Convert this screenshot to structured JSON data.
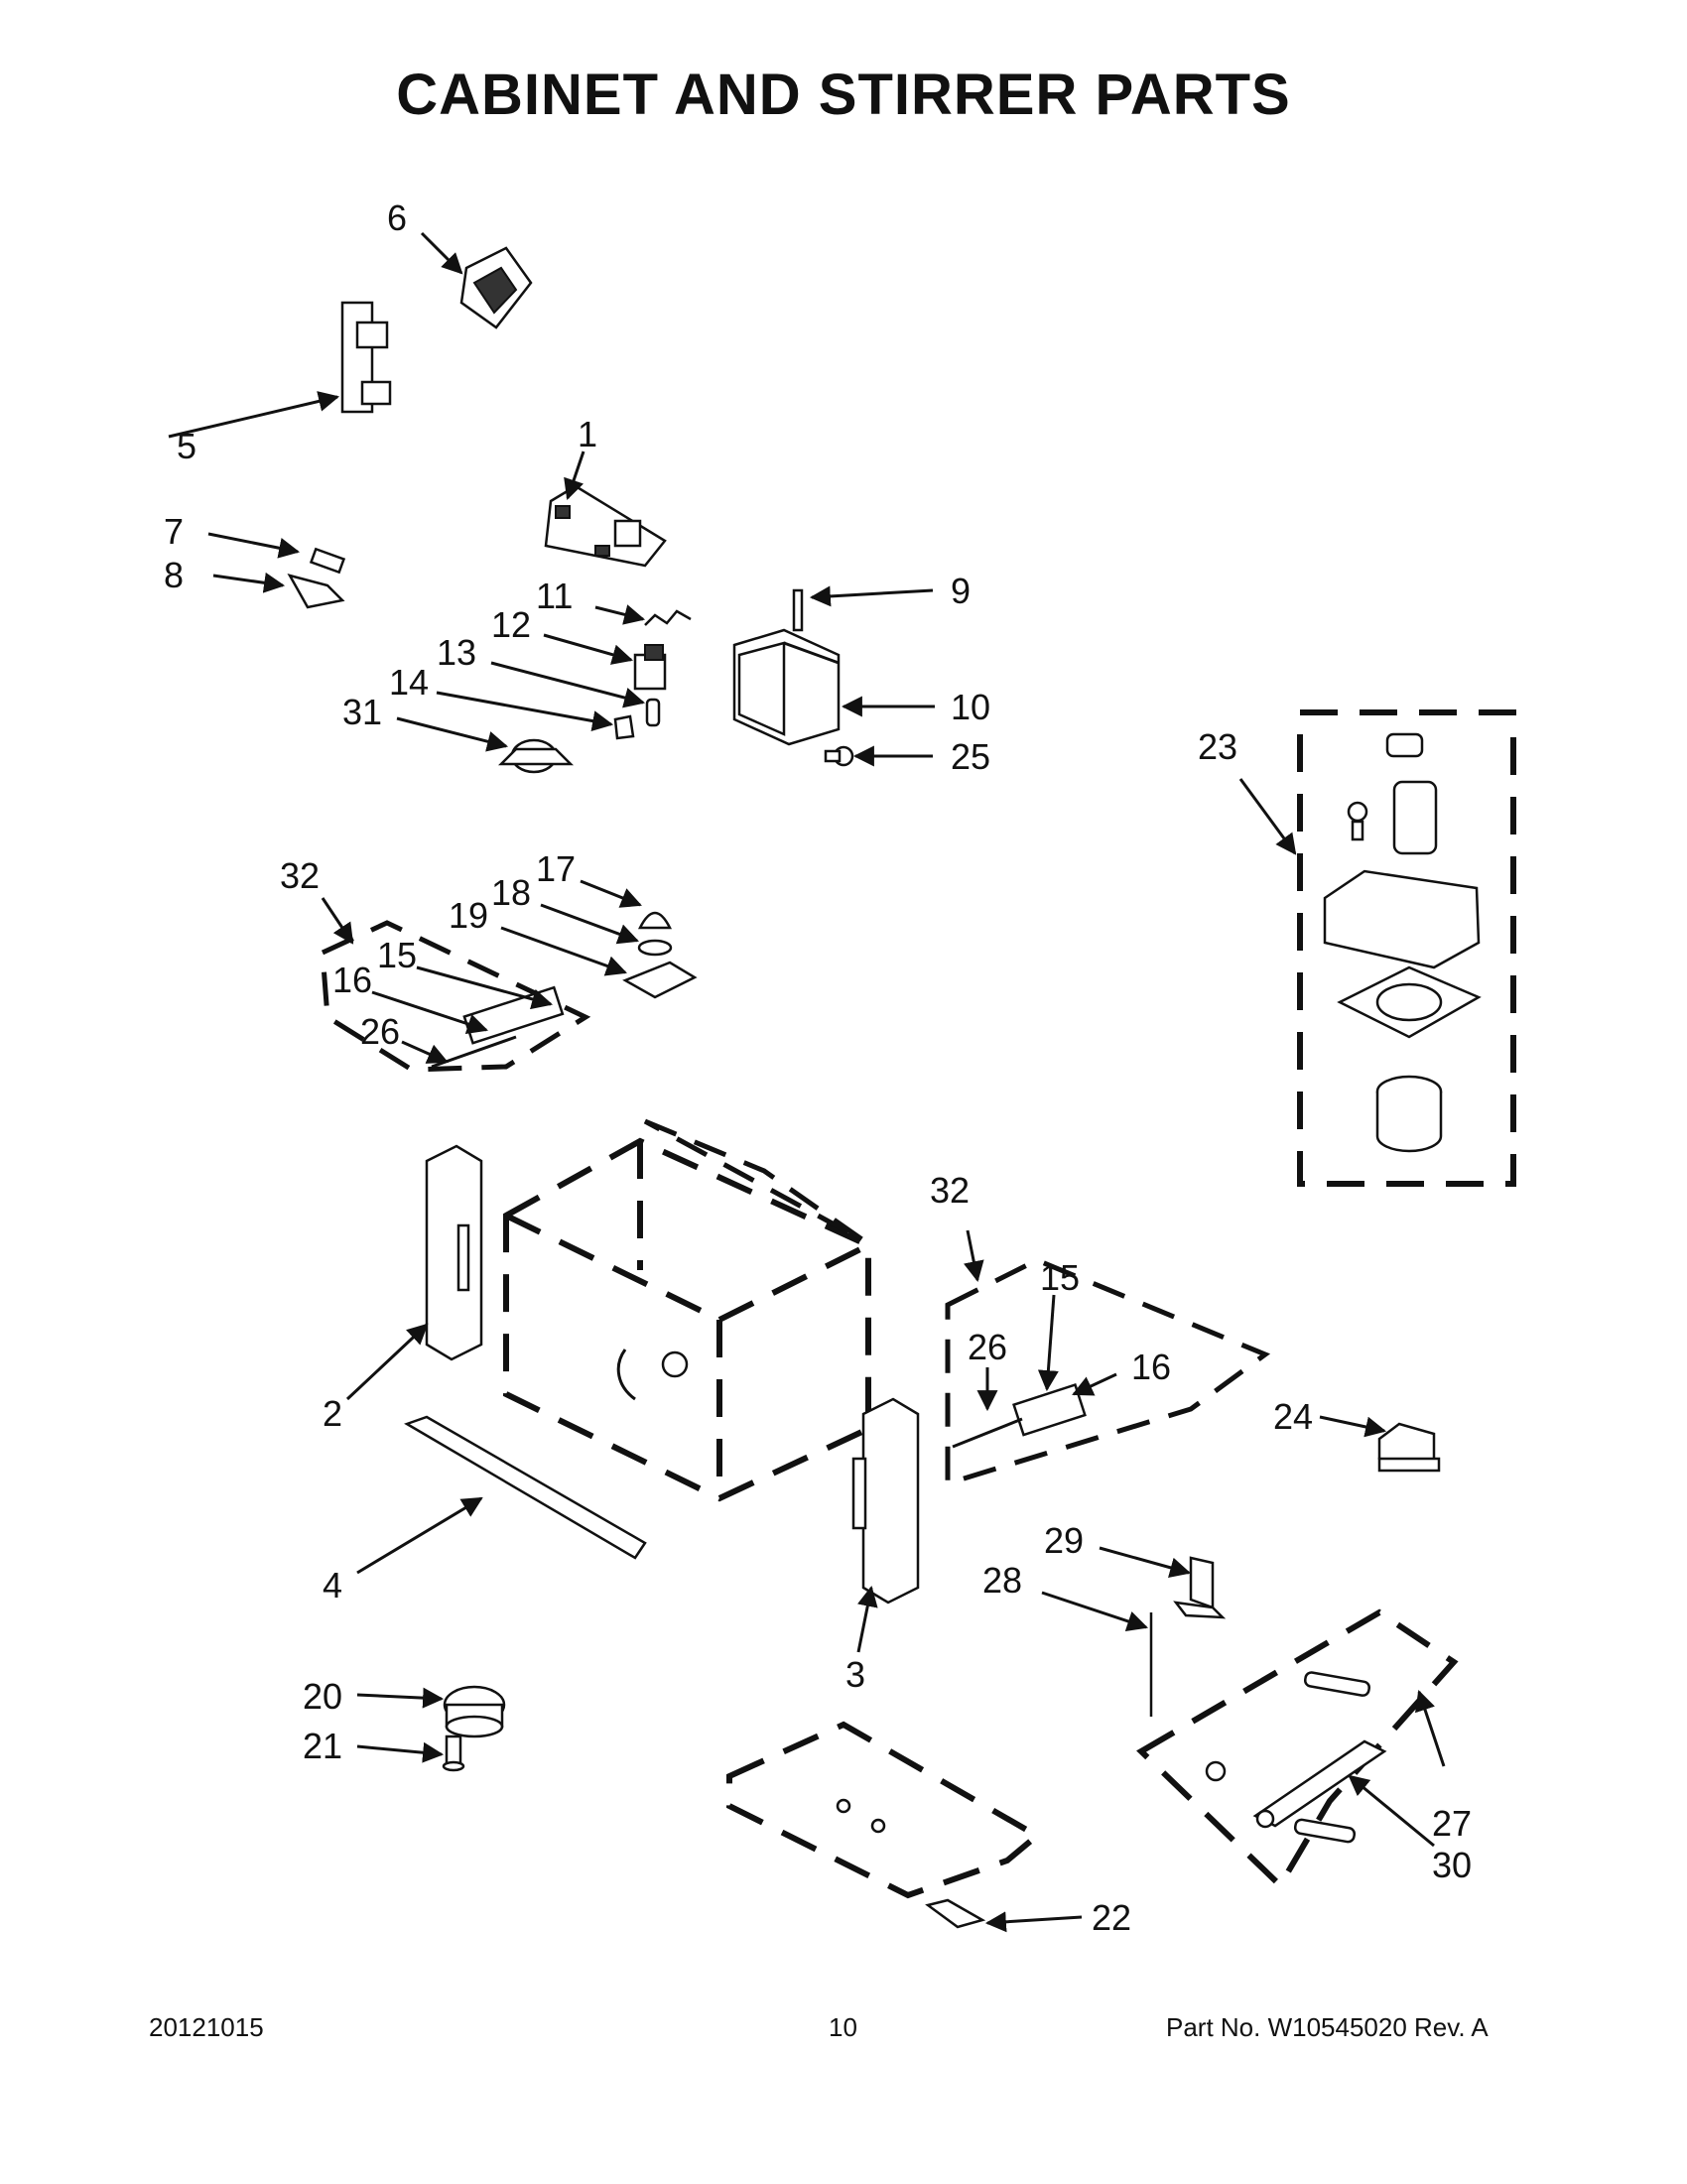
{
  "title": "CABINET AND STIRRER PARTS",
  "callouts": {
    "c1": "1",
    "c2": "2",
    "c3": "3",
    "c4": "4",
    "c5": "5",
    "c6": "6",
    "c7": "7",
    "c8": "8",
    "c9": "9",
    "c10": "10",
    "c11": "11",
    "c12": "12",
    "c13": "13",
    "c14": "14",
    "c15a": "15",
    "c15b": "15",
    "c16a": "16",
    "c16b": "16",
    "c17": "17",
    "c18": "18",
    "c19": "19",
    "c20": "20",
    "c21": "21",
    "c22": "22",
    "c23": "23",
    "c24": "24",
    "c25": "25",
    "c26a": "26",
    "c26b": "26",
    "c27": "27",
    "c28": "28",
    "c29": "29",
    "c30": "30",
    "c31": "31",
    "c32a": "32",
    "c32b": "32"
  },
  "footer": {
    "date_code": "20121015",
    "page_number": "10",
    "part_number": "Part No.  W10545020  Rev.  A"
  }
}
